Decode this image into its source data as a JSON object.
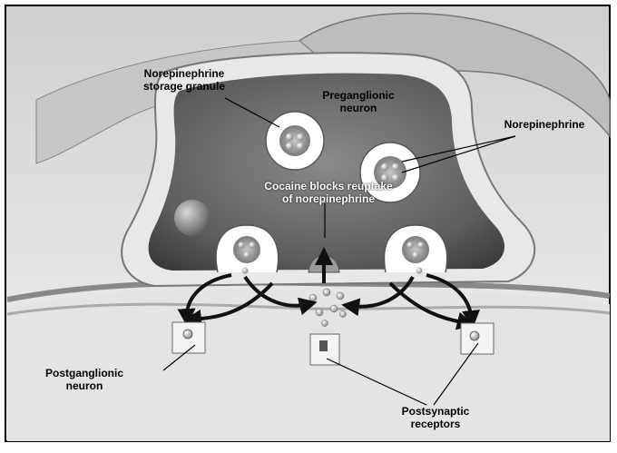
{
  "labels": {
    "storage_granule": [
      "Norepinephrine",
      "storage granule"
    ],
    "preganglionic": [
      "Preganglionic",
      "neuron"
    ],
    "norepinephrine": "Norepinephrine",
    "cocaine": [
      "Cocaine blocks reuptake",
      "of norepinephrine"
    ],
    "postganglionic": [
      "Postganglionic",
      "neuron"
    ],
    "receptors": [
      "Postsynaptic",
      "receptors"
    ]
  }
}
